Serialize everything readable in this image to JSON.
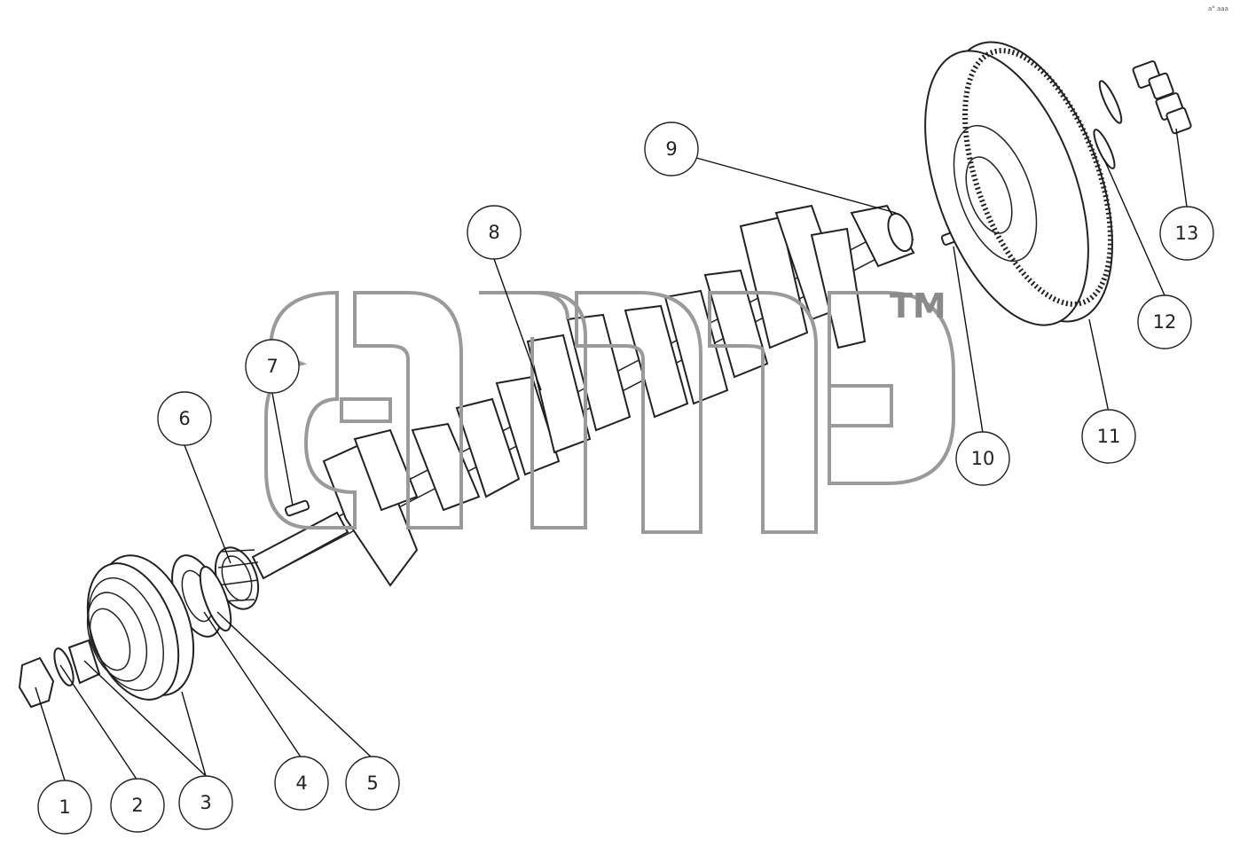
{
  "callouts": [
    {
      "label": "1"
    },
    {
      "label": "2"
    },
    {
      "label": "3"
    },
    {
      "label": "4"
    },
    {
      "label": "5"
    },
    {
      "label": "6"
    },
    {
      "label": "7"
    },
    {
      "label": "8"
    },
    {
      "label": "9"
    },
    {
      "label": "10"
    },
    {
      "label": "11"
    },
    {
      "label": "12"
    },
    {
      "label": "13"
    }
  ],
  "watermark": {
    "logo": "amp",
    "tm": "TM"
  },
  "corner_mark": "a° aaa"
}
